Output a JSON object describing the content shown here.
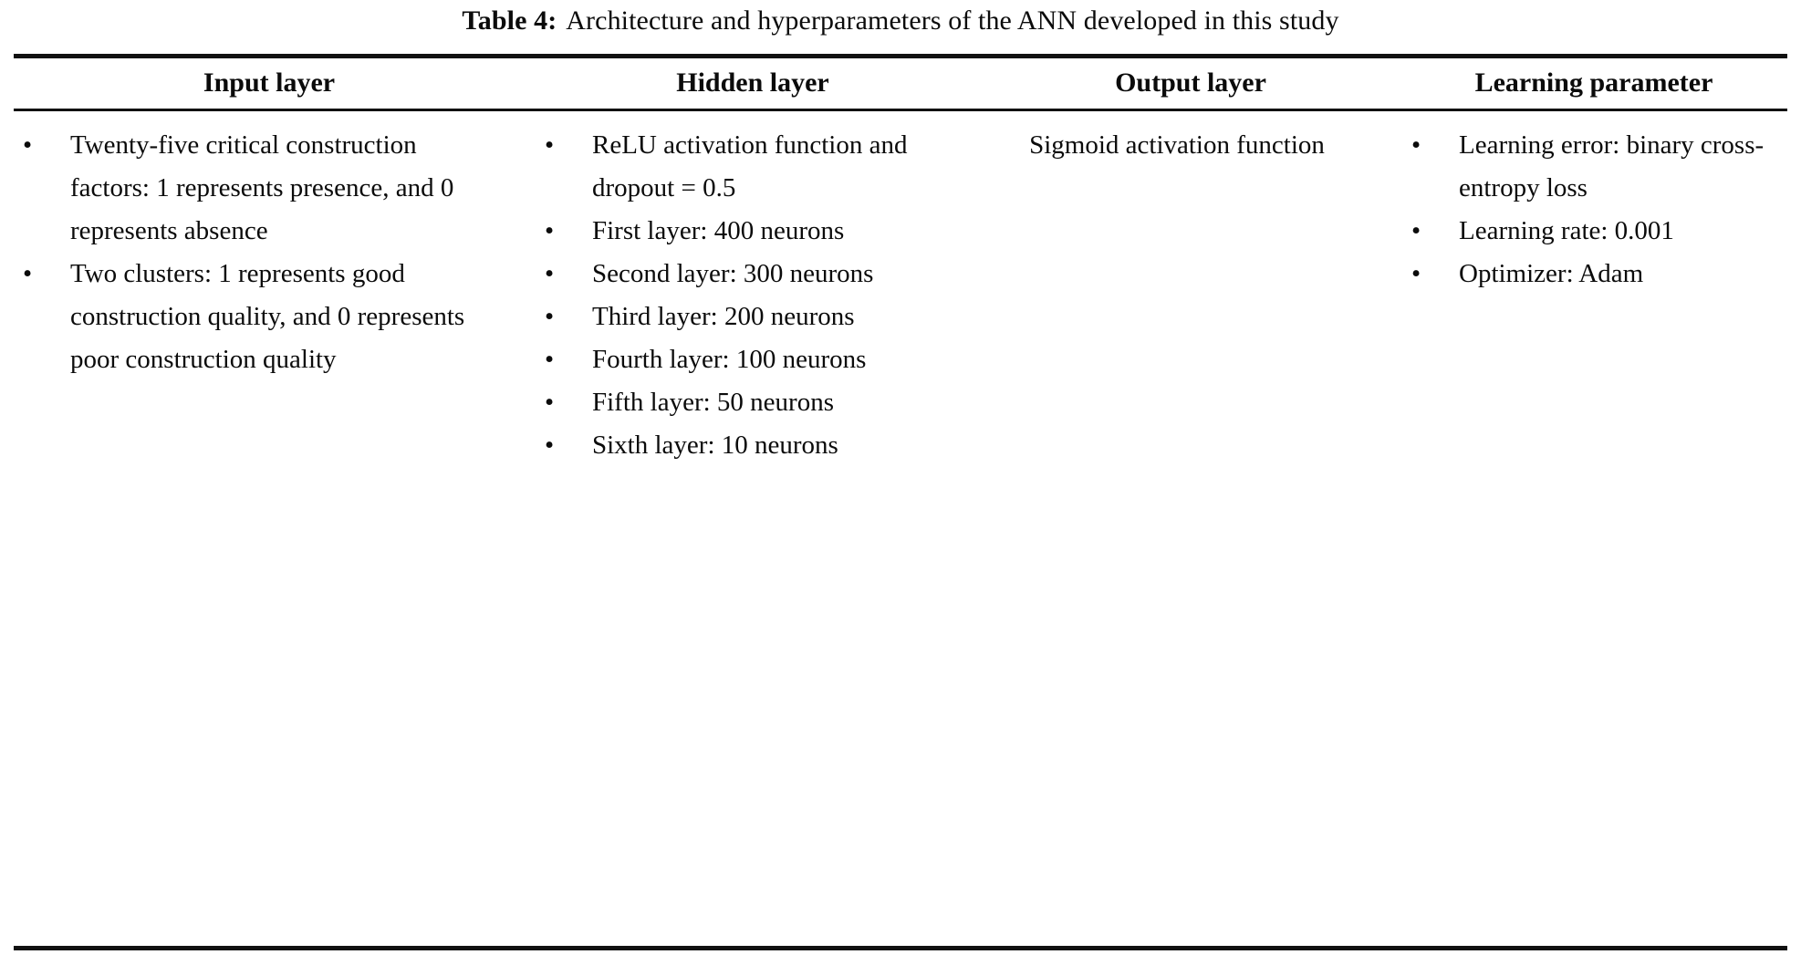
{
  "caption": {
    "label": "Table 4:",
    "text": "Architecture and hyperparameters of the ANN developed in this study"
  },
  "table": {
    "bullet_glyph": "•",
    "columns": [
      {
        "id": "input-layer",
        "header": "Input layer",
        "style": "bulleted",
        "items": [
          "Twenty-five critical construction factors: 1 represents presence, and 0 represents absence",
          "Two clusters: 1 represents good construction quality, and 0 represents poor construction quality"
        ]
      },
      {
        "id": "hidden-layer",
        "header": "Hidden layer",
        "style": "bulleted",
        "items": [
          "ReLU activation function and dropout = 0.5",
          "First layer: 400 neurons",
          "Second layer: 300 neurons",
          "Third layer: 200 neurons",
          "Fourth layer: 100 neurons",
          "Fifth layer: 50 neurons",
          "Sixth layer: 10 neurons"
        ]
      },
      {
        "id": "output-layer",
        "header": "Output layer",
        "style": "plain-centered",
        "items": [
          "Sigmoid activation function"
        ]
      },
      {
        "id": "learning-parameter",
        "header": "Learning parameter",
        "style": "bulleted",
        "items": [
          "Learning error: binary cross-entropy loss",
          "Learning rate: 0.001",
          "Optimizer: Adam"
        ]
      }
    ]
  }
}
